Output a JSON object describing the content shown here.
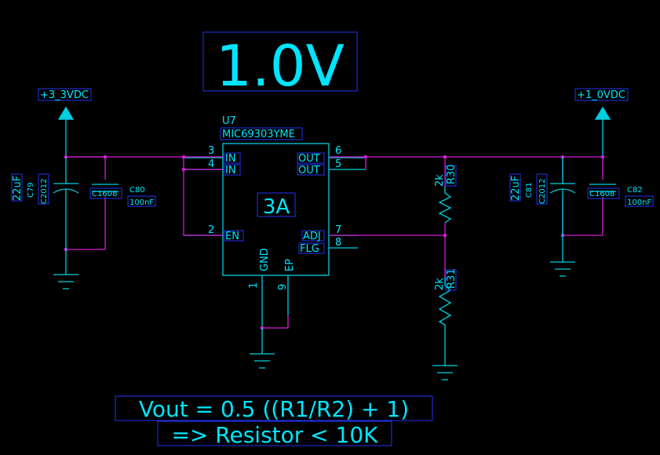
{
  "title": "1.0V",
  "rails": {
    "input": "+3_3VDC",
    "output": "+1_0VDC"
  },
  "regulator": {
    "ref": "U7",
    "part": "MIC69303YME",
    "current": "3A",
    "pins": {
      "in1_num": "3",
      "in1_name": "IN",
      "in2_num": "4",
      "in2_name": "IN",
      "en_num": "2",
      "en_name": "EN",
      "out1_num": "6",
      "out1_name": "OUT",
      "out2_num": "5",
      "out2_name": "OUT",
      "adj_num": "7",
      "adj_name": "ADJ",
      "flg_num": "8",
      "flg_name": "FLG",
      "gnd_num": "1",
      "gnd_name": "GND",
      "ep_num": "9",
      "ep_name": "EP"
    }
  },
  "capacitors": {
    "c79": {
      "ref": "C79",
      "value": "22uF",
      "package": "C2012"
    },
    "c80": {
      "ref": "C80",
      "value": "100nF",
      "package": "C1608"
    },
    "c81": {
      "ref": "C81",
      "value": "22uF",
      "package": "C2012"
    },
    "c82": {
      "ref": "C82",
      "value": "100nF",
      "package": "C1608"
    }
  },
  "resistors": {
    "r30": {
      "ref": "R30",
      "value": "2k"
    },
    "r31": {
      "ref": "R31",
      "value": "2k"
    }
  },
  "notes": {
    "formula": "Vout = 0.5 ((R1/R2) + 1)",
    "constraint": "=> Resistor < 10K"
  },
  "colors": {
    "background": "#000000",
    "wire": "#d21dd2",
    "component": "#00cfe0",
    "text": "#00e5ff",
    "label_box": "#2233ee"
  }
}
